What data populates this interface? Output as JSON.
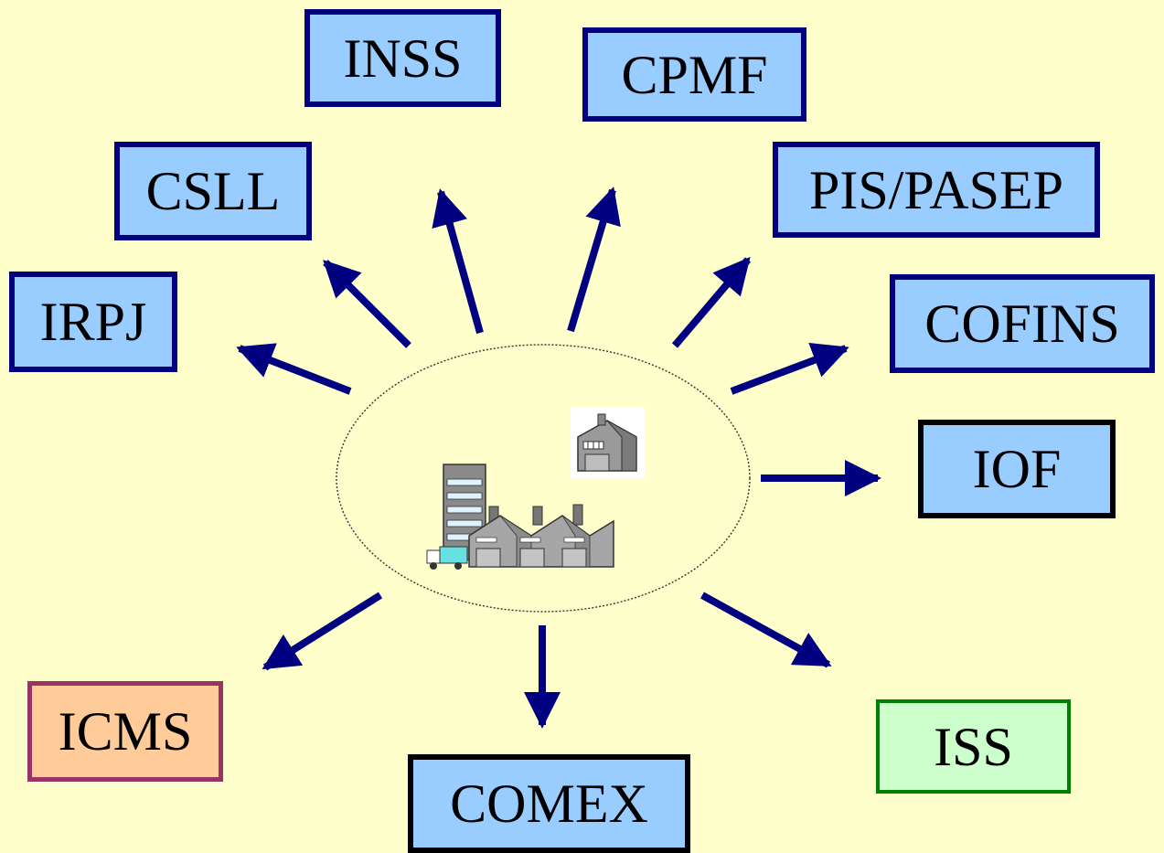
{
  "center": {
    "label": "company-buildings"
  },
  "colors": {
    "background": "#FFFFCC",
    "arrow": "#000080",
    "box_blue_fill": "#99CCFF",
    "box_blue_border": "#000080",
    "box_icms_fill": "#FFCC99",
    "box_icms_border": "#993366",
    "box_iss_fill": "#CCFFCC",
    "box_iss_border": "#008000"
  },
  "taxes": {
    "inss": "INSS",
    "cpmf": "CPMF",
    "csll": "CSLL",
    "pis_pasep": "PIS/PASEP",
    "irpj": "IRPJ",
    "cofins": "COFINS",
    "iof": "IOF",
    "icms": "ICMS",
    "iss": "ISS",
    "comex": "COMEX"
  }
}
